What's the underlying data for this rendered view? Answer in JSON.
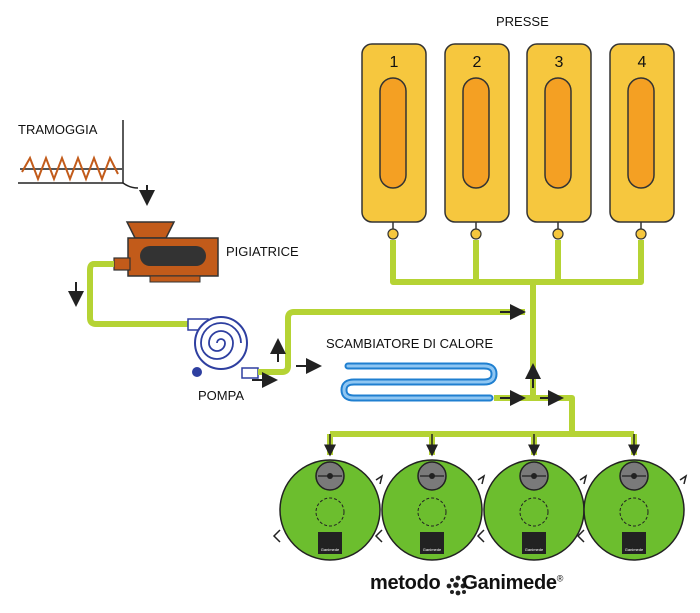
{
  "labels": {
    "presse": "PRESSE",
    "tramoggia": "TRAMOGGIA",
    "pigiatrice": "PIGIATRICE",
    "pompa": "POMPA",
    "scambiatore": "SCAMBIATORE DI CALORE"
  },
  "presses": [
    "1",
    "2",
    "3",
    "4"
  ],
  "tank_badge": "Ganimede",
  "brand": {
    "word1": "metodo",
    "word2": "Ganimede",
    "mark": "®"
  },
  "colors": {
    "pipe": "#b5d334",
    "press_body": "#f6c73e",
    "press_window": "#f4a023",
    "crusher": "#c25b1a",
    "pump": "#2e3fa0",
    "exchanger": "#1f7fd0",
    "tank": "#6cbe2e"
  }
}
